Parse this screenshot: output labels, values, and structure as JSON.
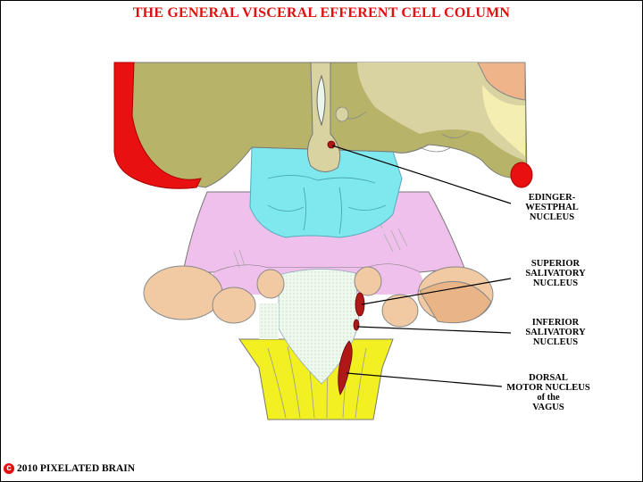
{
  "title": "THE GENERAL VISCERAL EFFERENT CELL COLUMN",
  "labels": {
    "edinger": [
      "EDINGER-",
      "WESTPHAL",
      "NUCLEUS"
    ],
    "superior": [
      "SUPERIOR",
      "SALIVATORY",
      "NUCLEUS"
    ],
    "inferior": [
      "INFERIOR",
      "SALIVATORY",
      "NUCLEUS"
    ],
    "dorsal": [
      "DORSAL",
      "MOTOR NUCLEUS",
      "of the",
      "VAGUS"
    ]
  },
  "copyright": {
    "symbol": "c",
    "text": "2010  PIXELATED BRAIN"
  },
  "colors": {
    "title": "#e01010",
    "nucleus": "#b01818",
    "olive_tissue": "#b7b46a",
    "cyan_region": "#7fe8ee",
    "pink_pons": "#f0c0ec",
    "peduncle_tan": "#f1c9a2",
    "medulla_yellow": "#f2f020",
    "red_vessel": "#e81010"
  }
}
